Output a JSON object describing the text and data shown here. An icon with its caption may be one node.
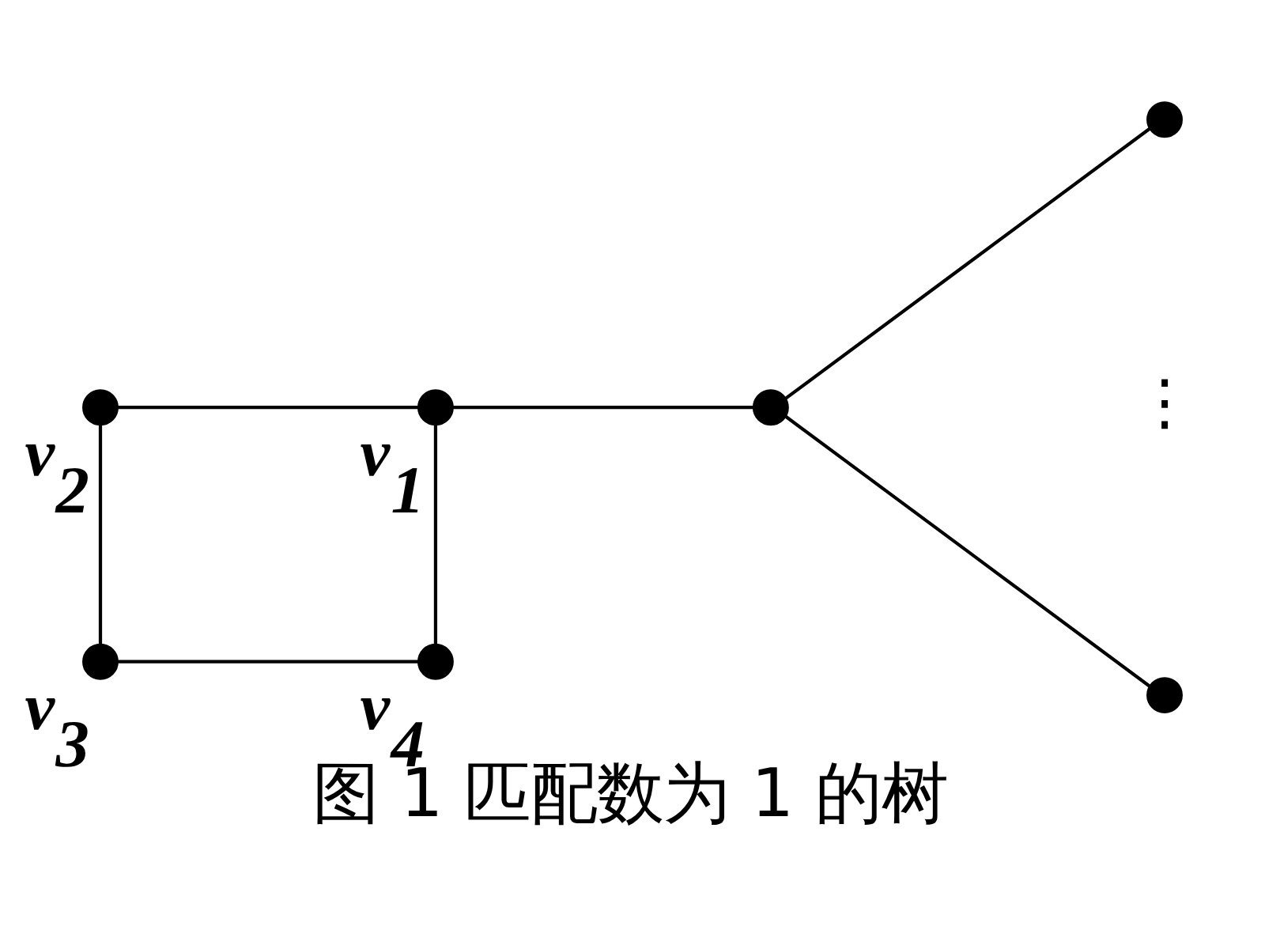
{
  "diagram": {
    "caption": "图 1 匹配数为 1 的树",
    "nodes": [
      {
        "text": [],
        "shape": "circle",
        "beside": [
          "v$_{2}$"
        ]
      },
      {
        "text": [],
        "shape": "circle",
        "beside": [
          "v$_{1}$"
        ]
      },
      {
        "text": [],
        "shape": "circle"
      },
      {
        "text": [],
        "shape": "circle"
      },
      {
        "text": [],
        "shape": "circle"
      },
      {
        "text": [],
        "shape": "circle",
        "beside": [
          "v$_{3}$"
        ]
      },
      {
        "text": [],
        "shape": "circle",
        "beside": [
          "v$_{4}$"
        ]
      }
    ],
    "edges": [
      {
        "from": 0,
        "to": 1,
        "arrow": "none"
      },
      {
        "from": 1,
        "to": 2,
        "arrow": "none"
      },
      {
        "from": 2,
        "to": 3,
        "arrow": "none"
      },
      {
        "from": 2,
        "to": 4,
        "arrow": "none"
      },
      {
        "from": 0,
        "to": 5,
        "arrow": "none"
      },
      {
        "from": 1,
        "to": 6,
        "arrow": "none"
      },
      {
        "from": 5,
        "to": 6,
        "arrow": "none"
      }
    ],
    "labels": [
      "⋮"
    ]
  }
}
